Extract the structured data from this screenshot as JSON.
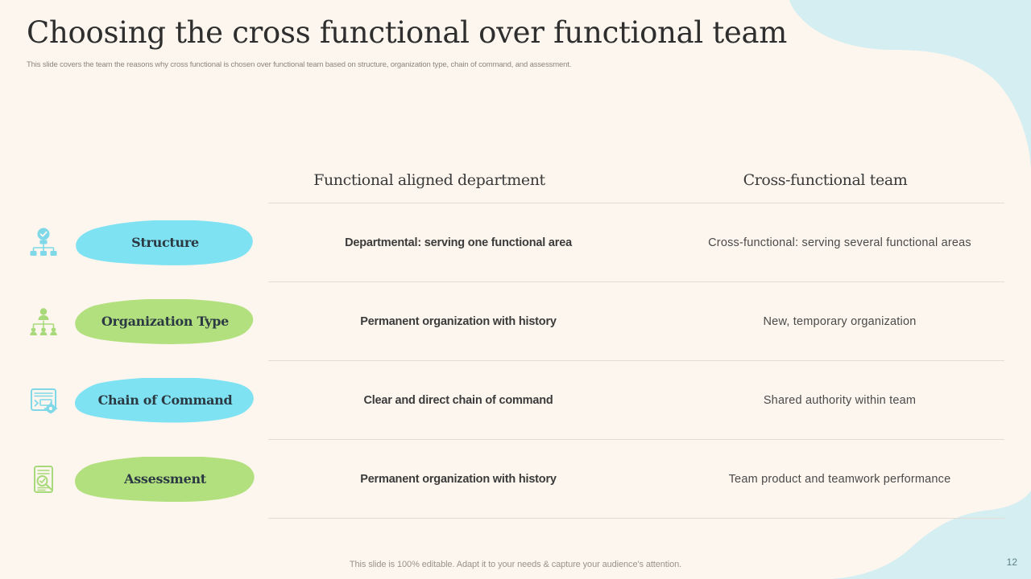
{
  "slide": {
    "title": "Choosing the cross functional over functional team",
    "subtitle": "This slide covers the team the reasons why cross functional is chosen over functional team based on structure, organization type, chain of command, and assessment.",
    "footer_note": "This slide is 100% editable. Adapt it to your needs & capture your audience's attention.",
    "page_number": "12"
  },
  "colors": {
    "background": "#fdf6ee",
    "decoration": "#d4eef2",
    "badge_blue": "#7fe2f2",
    "badge_green": "#b3e07f",
    "icon_blue": "#7fd8e8",
    "icon_green": "#a8d97a",
    "rule": "#e3dcd2",
    "title_text": "#2e2e2e",
    "subtitle_text": "#8d857c"
  },
  "table": {
    "headers": {
      "label_column": "",
      "column_a": "Functional aligned department",
      "column_b": "Cross-functional team"
    },
    "rows": [
      {
        "icon": "org-chart-check-icon",
        "icon_color": "#7fd8e8",
        "badge_label": "Structure",
        "badge_color": "#7fe2f2",
        "column_a": "Departmental: serving one functional area",
        "column_b": "Cross-functional:  serving several functional  areas"
      },
      {
        "icon": "org-chart-people-icon",
        "icon_color": "#a8d97a",
        "badge_label": "Organization Type",
        "badge_color": "#b3e07f",
        "column_a": "Permanent organization with history",
        "column_b": "New, temporary organization"
      },
      {
        "icon": "terminal-gear-icon",
        "icon_color": "#7fd8e8",
        "badge_label": "Chain of Command",
        "badge_color": "#7fe2f2",
        "column_a": "Clear and direct chain of command",
        "column_b": "Shared authority within team"
      },
      {
        "icon": "document-check-icon",
        "icon_color": "#a8d97a",
        "badge_label": "Assessment",
        "badge_color": "#b3e07f",
        "column_a": "Permanent organization with history",
        "column_b": "Team product and teamwork performance"
      }
    ]
  }
}
